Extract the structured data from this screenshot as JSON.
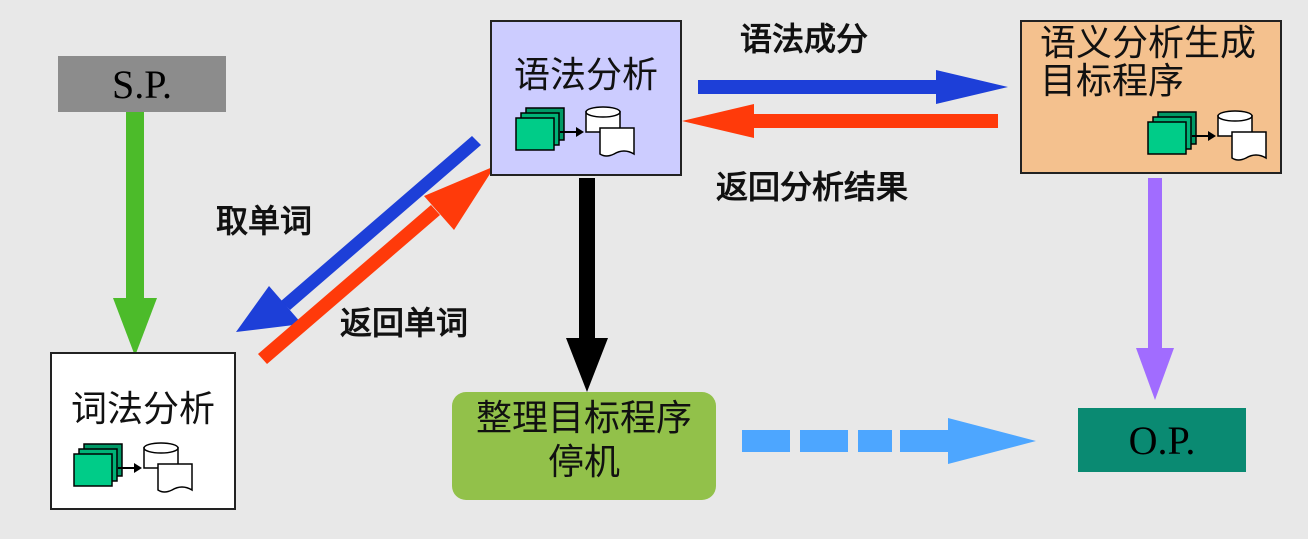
{
  "nodes": {
    "sp": {
      "label": "S.P.",
      "color": "#8c8c8c"
    },
    "lexer": {
      "label": "词法分析",
      "color": "#ffffff"
    },
    "parser": {
      "label": "语法分析",
      "color": "#ccccff"
    },
    "semantic": {
      "line1": "语义分析生成",
      "line2": "目标程序",
      "color": "#f4c18e"
    },
    "finalize": {
      "line1": "整理目标程序",
      "line2": "停机",
      "color": "#92c14a"
    },
    "op": {
      "label": "O.P.",
      "color": "#0a8a72"
    }
  },
  "edges": {
    "get_word": {
      "label": "取单词",
      "color": "#1d3fd8"
    },
    "return_word": {
      "label": "返回单词",
      "color": "#ff3a0a"
    },
    "syntax_component": {
      "label": "语法成分",
      "color": "#1d3fd8"
    },
    "return_result": {
      "label": "返回分析结果",
      "color": "#ff3a0a"
    },
    "sp_to_lexer": {
      "color": "#4cbb2a"
    },
    "parser_to_finalize": {
      "color": "#000000"
    },
    "semantic_to_op": {
      "color": "#a16cff"
    },
    "finalize_to_op": {
      "color": "#4da6ff"
    }
  }
}
